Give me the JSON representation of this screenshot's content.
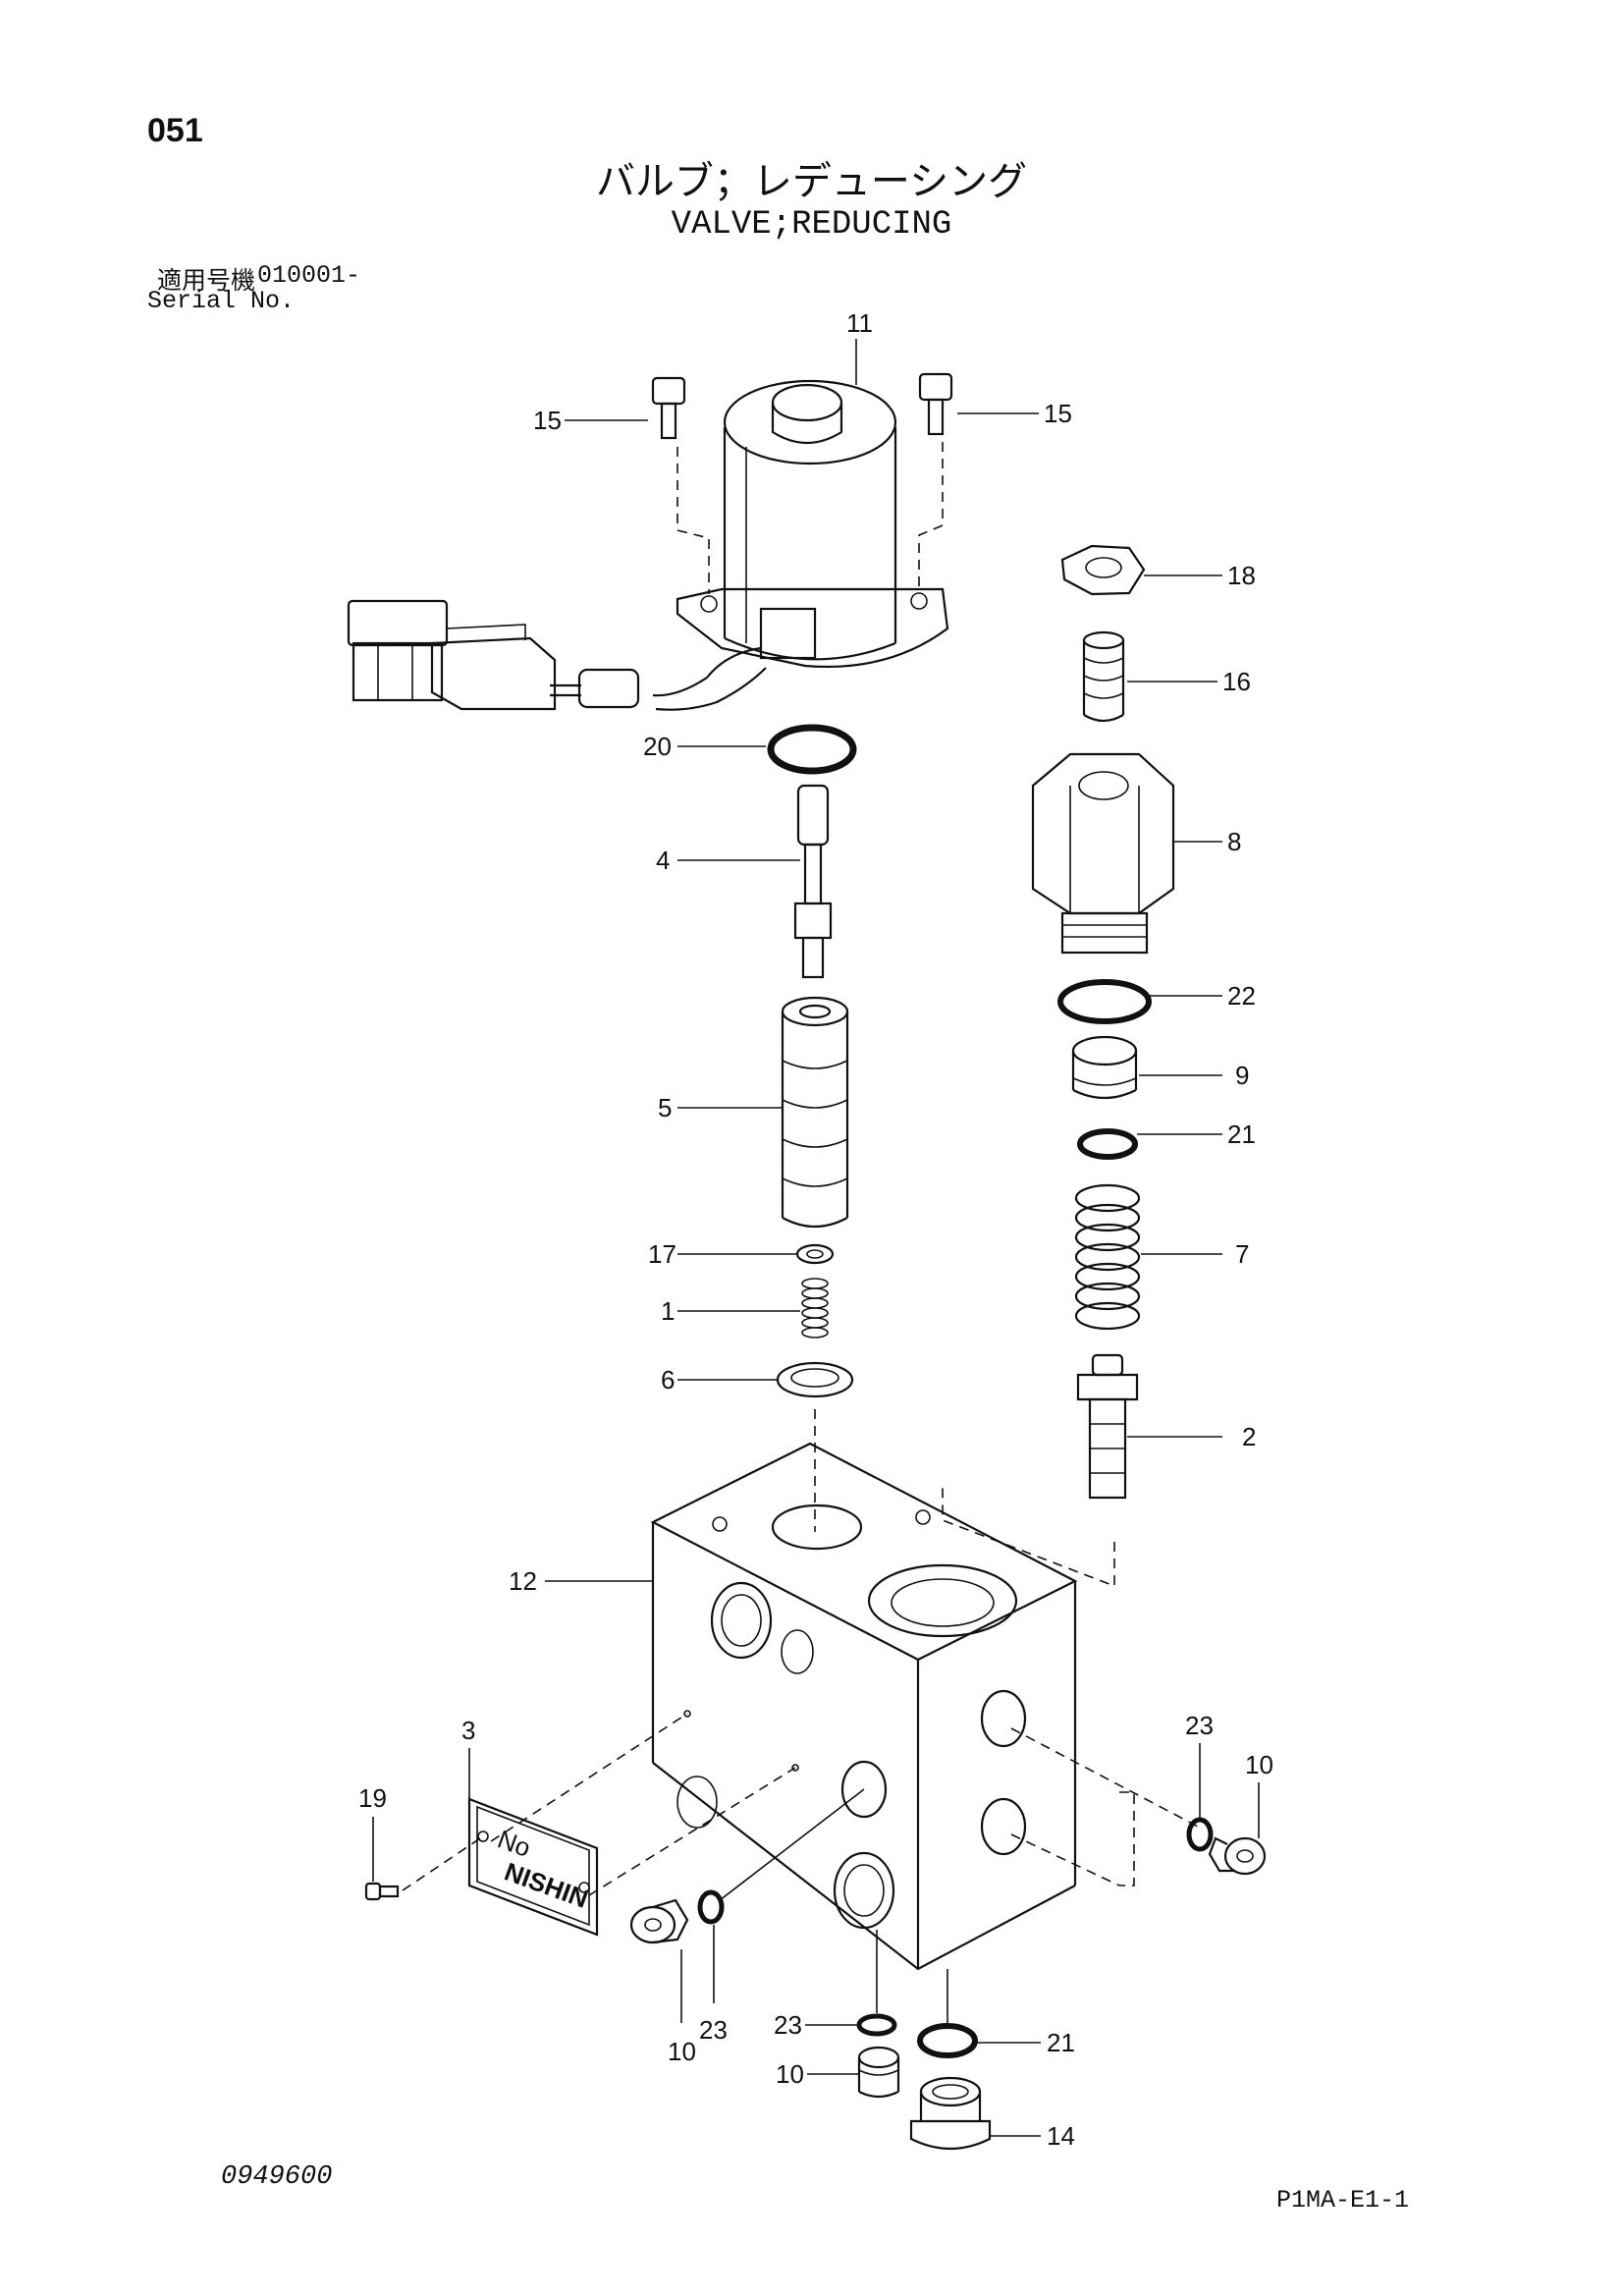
{
  "header": {
    "page_no": "051",
    "title_jp": "バルブ；レデューシング",
    "title_en": "VALVE;REDUCING",
    "serial_label_jp": "適用号機",
    "serial_value": "010001-",
    "serial_label_en": "Serial No."
  },
  "nameplate": {
    "line1": "No",
    "line2": "NISHIN"
  },
  "callouts": {
    "c11": "11",
    "c15a": "15",
    "c15b": "15",
    "c18": "18",
    "c16": "16",
    "c20": "20",
    "c8": "8",
    "c4": "4",
    "c22": "22",
    "c9": "9",
    "c5": "5",
    "c21a": "21",
    "c17": "17",
    "c7": "7",
    "c1": "1",
    "c6": "6",
    "c2": "2",
    "c12": "12",
    "c3": "3",
    "c23a": "23",
    "c10a": "10",
    "c19": "19",
    "c23b": "23",
    "c10b": "10",
    "c23c": "23",
    "c21b": "21",
    "c10c": "10",
    "c14": "14"
  },
  "footer": {
    "doc_no": "0949600",
    "fig_code": "P1MA-E1-1"
  }
}
